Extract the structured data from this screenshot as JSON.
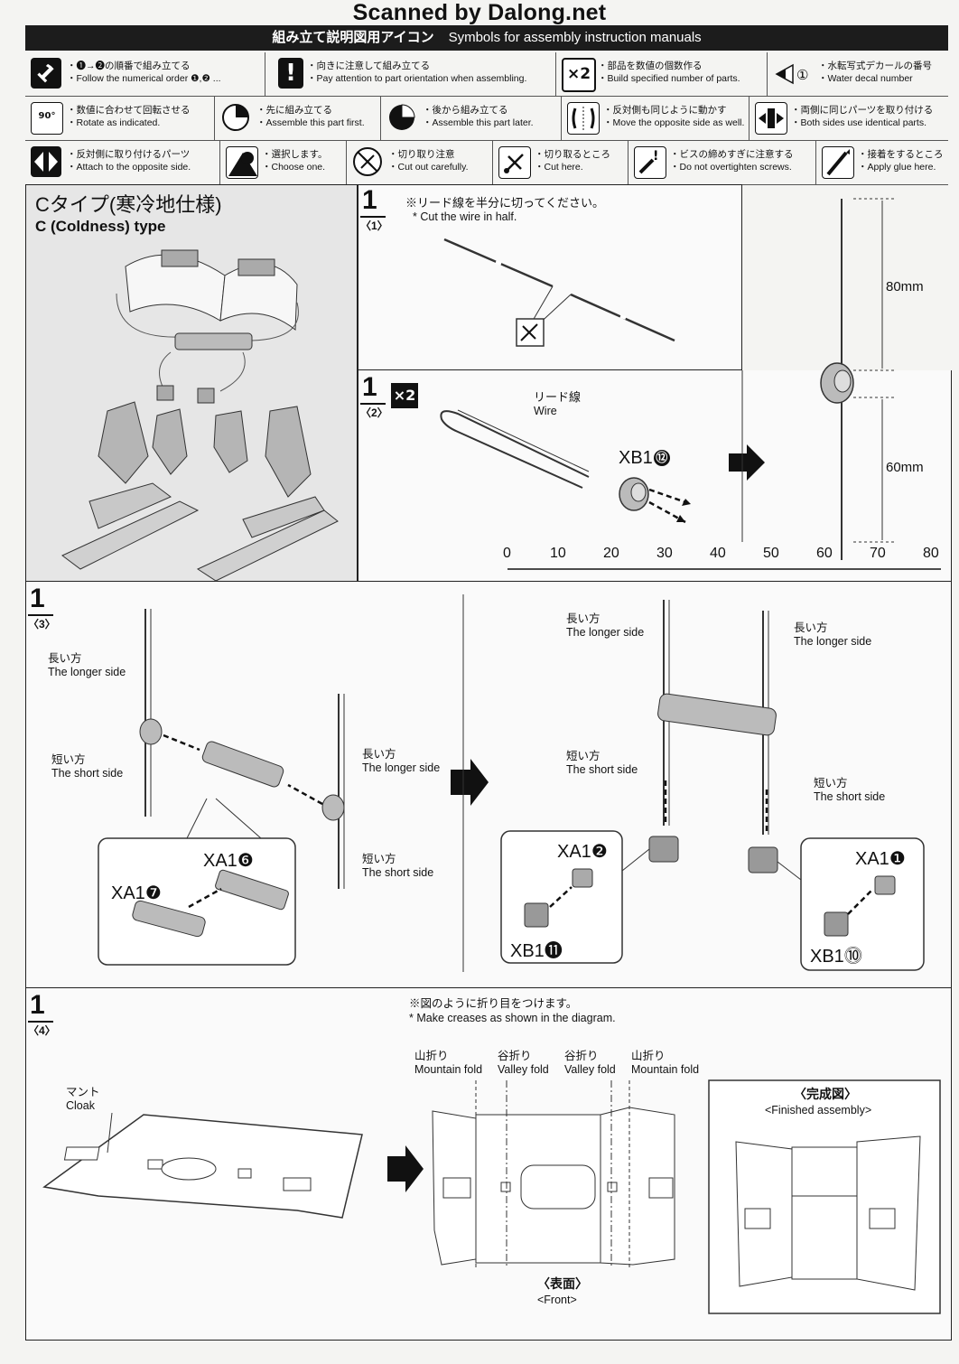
{
  "watermark": "Scanned by Dalong.net",
  "header": {
    "jp": "組み立て説明図用アイコン",
    "en": "Symbols for assembly instruction manuals"
  },
  "icons": [
    {
      "name": "numerical-order-icon",
      "jp": "・❶→❷の順番で組み立てる",
      "en": "・Follow the numerical order ❶,❷ ..."
    },
    {
      "name": "attention-icon",
      "jp": "・向きに注意して組み立てる",
      "en": "・Pay attention to part orientation when assembling."
    },
    {
      "name": "multiply-icon",
      "jp": "・部品を数値の個数作る",
      "en": "・Build specified number of parts."
    },
    {
      "name": "water-decal-icon",
      "jp": "・水転写式デカールの番号",
      "en": "・Water decal number"
    },
    {
      "name": "rotate-icon",
      "jp": "・数値に合わせて回転させる",
      "en": "・Rotate as indicated."
    },
    {
      "name": "assemble-first-icon",
      "jp": "・先に組み立てる",
      "en": "・Assemble this part first."
    },
    {
      "name": "assemble-later-icon",
      "jp": "・後から組み立てる",
      "en": "・Assemble this part later."
    },
    {
      "name": "opposite-side-move-icon",
      "jp": "・反対側も同じように動かす",
      "en": "・Move the opposite side as well."
    },
    {
      "name": "both-sides-icon",
      "jp": "・両側に同じパーツを取り付ける",
      "en": "・Both sides use identical parts."
    },
    {
      "name": "attach-opposite-icon",
      "jp": "・反対側に取り付けるパーツ",
      "en": "・Attach to the opposite side."
    },
    {
      "name": "choose-one-icon",
      "jp": "・選択します。",
      "en": "・Choose one."
    },
    {
      "name": "cut-carefully-icon",
      "jp": "・切り取り注意",
      "en": "・Cut out carefully."
    },
    {
      "name": "cut-here-icon",
      "jp": "・切り取るところ",
      "en": "・Cut here."
    },
    {
      "name": "no-overtighten-icon",
      "jp": "・ビスの締めすぎに注意する",
      "en": "・Do not overtighten screws."
    },
    {
      "name": "glue-icon",
      "jp": "・接着をするところ",
      "en": "・Apply glue here."
    }
  ],
  "icon_badges": {
    "x2": "×2",
    "rot": "90°",
    "decal": "①"
  },
  "ctype": {
    "title_jp": "Cタイプ(寒冷地仕様)",
    "title_en": "C (Coldness) type"
  },
  "step1_1": {
    "num": "1",
    "sub": "〈1〉",
    "note_jp": "※リード線を半分に切ってください。",
    "note_en": "* Cut the wire in half."
  },
  "step1_2": {
    "num": "1",
    "sub": "〈2〉",
    "mult": "×2",
    "wire_jp": "リード線",
    "wire_en": "Wire",
    "part": "XB1",
    "part_no": "⑫",
    "len1": "80mm",
    "len2": "60mm",
    "ruler": [
      "0",
      "10",
      "20",
      "30",
      "40",
      "50",
      "60",
      "70",
      "80"
    ]
  },
  "step1_3": {
    "num": "1",
    "sub": "〈3〉",
    "longer_jp": "長い方",
    "longer_en": "The longer side",
    "shorter_jp": "短い方",
    "shorter_en": "The short side",
    "xa1_6": "XA1",
    "xa1_6_no": "❻",
    "xa1_7": "XA1",
    "xa1_7_no": "❼",
    "xa1_2": "XA1",
    "xa1_2_no": "❷",
    "xb1_11": "XB1",
    "xb1_11_no": "⓫",
    "xa1_1": "XA1",
    "xa1_1_no": "❶",
    "xb1_10": "XB1",
    "xb1_10_no": "⓾"
  },
  "step1_4": {
    "num": "1",
    "sub": "〈4〉",
    "cloak_jp": "マント",
    "cloak_en": "Cloak",
    "note_jp": "※図のように折り目をつけます。",
    "note_en": "* Make creases as shown in the diagram.",
    "folds": [
      {
        "jp": "山折り",
        "en": "Mountain fold"
      },
      {
        "jp": "谷折り",
        "en": "Valley fold"
      },
      {
        "jp": "谷折り",
        "en": "Valley fold"
      },
      {
        "jp": "山折り",
        "en": "Mountain fold"
      }
    ],
    "front_jp": "〈表面〉",
    "front_en": "<Front>",
    "finished_jp": "〈完成図〉",
    "finished_en": "<Finished assembly>"
  }
}
